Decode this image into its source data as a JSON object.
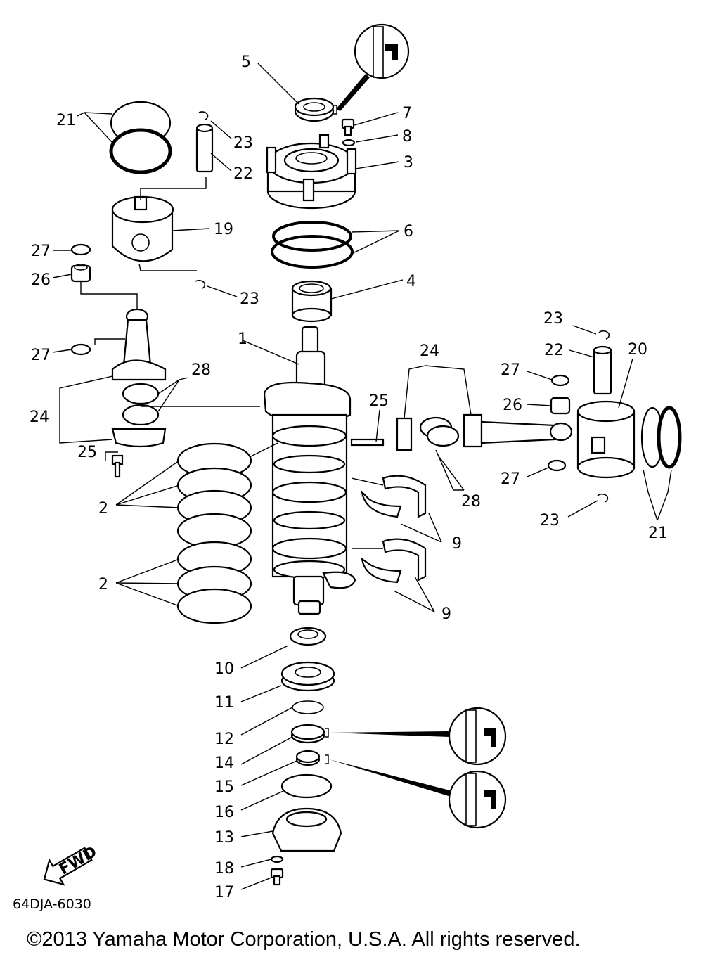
{
  "labels": {
    "l1": "1",
    "l2a": "2",
    "l2b": "2",
    "l3": "3",
    "l4": "4",
    "l5": "5",
    "l6": "6",
    "l7": "7",
    "l8": "8",
    "l9a": "9",
    "l9b": "9",
    "l10": "10",
    "l11": "11",
    "l12": "12",
    "l13": "13",
    "l14": "14",
    "l15": "15",
    "l16": "16",
    "l17": "17",
    "l18": "18",
    "l19": "19",
    "l20": "20",
    "l21a": "21",
    "l21b": "21",
    "l22a": "22",
    "l22b": "22",
    "l23a": "23",
    "l23b": "23",
    "l23c": "23",
    "l23d": "23",
    "l24a": "24",
    "l24b": "24",
    "l25a": "25",
    "l25b": "25",
    "l26a": "26",
    "l26b": "26",
    "l27a": "27",
    "l27b": "27",
    "l27c": "27",
    "l27d": "27",
    "l28a": "28",
    "l28b": "28"
  },
  "fwd_arrow": "FWD",
  "diagram_code": "64DJA-6030",
  "copyright": "©2013 Yamaha Motor Corporation, U.S.A. All rights reserved."
}
